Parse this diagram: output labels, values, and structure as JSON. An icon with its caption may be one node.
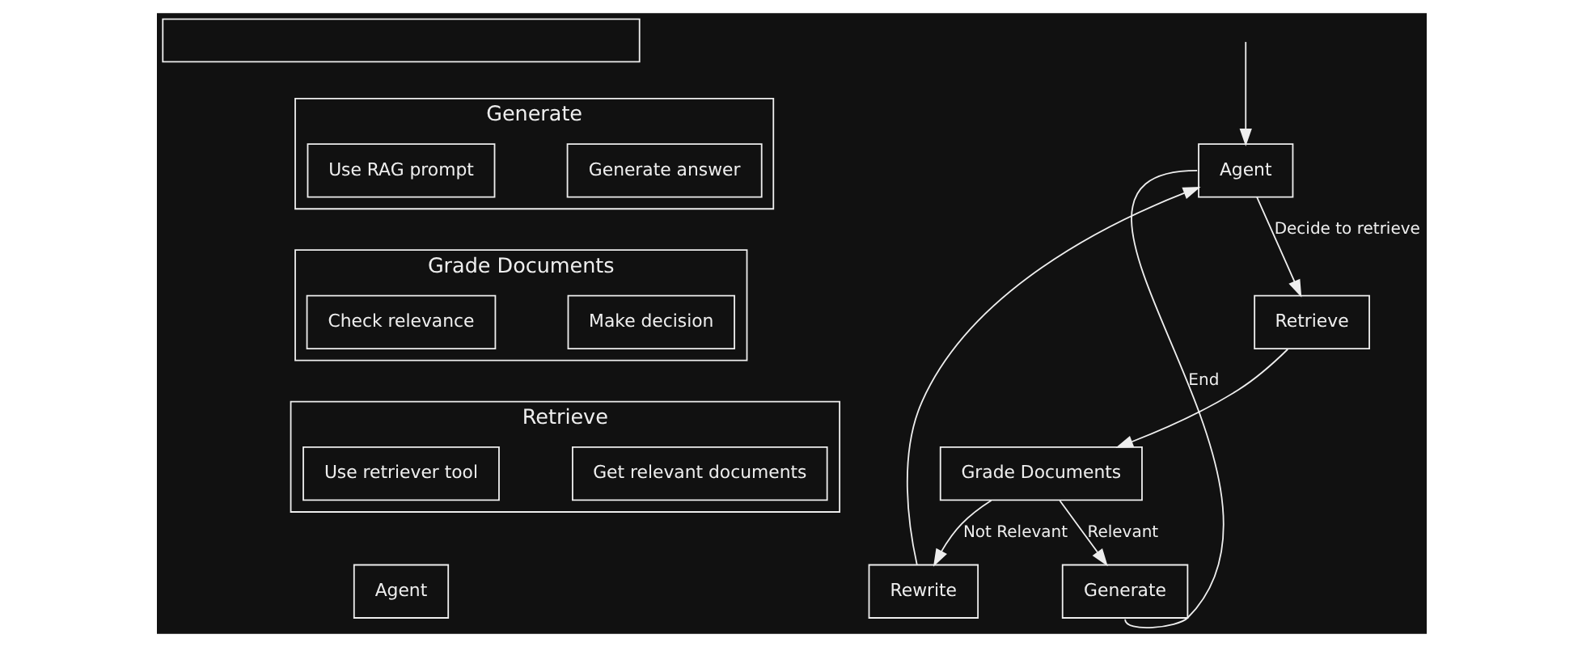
{
  "diagram": {
    "nodes": [
      {
        "text": [],
        "shape": "box"
      },
      {
        "text": [
          "Generate"
        ]
      },
      {
        "text": [
          "Use RAG prompt"
        ],
        "in": 1
      },
      {
        "text": [
          "Generate answer"
        ],
        "in": 1
      },
      {
        "text": [
          "Grade Documents"
        ]
      },
      {
        "text": [
          "Check relevance"
        ],
        "in": 4
      },
      {
        "text": [
          "Make decision"
        ],
        "in": 4
      },
      {
        "text": [
          "Retrieve"
        ]
      },
      {
        "text": [
          "Use retriever tool"
        ],
        "in": 7
      },
      {
        "text": [
          "Get relevant documents"
        ],
        "in": 7
      },
      {
        "text": [
          "Agent"
        ]
      },
      {
        "text": [
          "Agent"
        ]
      },
      {
        "text": [
          "Retrieve"
        ]
      },
      {
        "text": [
          "Grade Documents"
        ]
      },
      {
        "text": [
          "Rewrite"
        ]
      },
      {
        "text": [
          "Generate"
        ]
      }
    ],
    "edges": [
      {
        "from": null,
        "to": 11,
        "arrow": "to"
      },
      {
        "from": 11,
        "to": 12,
        "arrow": "to",
        "label": "Decide to retrieve"
      },
      {
        "from": 12,
        "to": 13,
        "arrow": "to"
      },
      {
        "from": 13,
        "to": 14,
        "arrow": "to",
        "label": "Not Relevant"
      },
      {
        "from": 13,
        "to": 15,
        "arrow": "to",
        "label": "Relevant"
      },
      {
        "from": 14,
        "to": 11,
        "arrow": "to"
      },
      {
        "from": 11,
        "to": 15,
        "arrow": "none",
        "label": "End"
      }
    ]
  }
}
